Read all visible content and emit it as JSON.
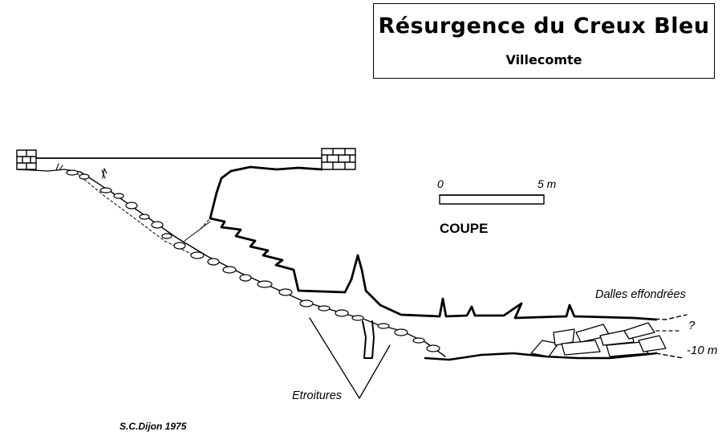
{
  "title": "Résurgence du Creux Bleu",
  "subtitle": "Villecomte",
  "scale": {
    "start": "0",
    "end": "5 m"
  },
  "section_label": "COUPE",
  "labels": {
    "collapsed_slabs": "Dalles effondrées",
    "unknown": "?",
    "depth": "-10 m",
    "narrowings": "Etroitures"
  },
  "author": "S.C.Dijon 1975"
}
